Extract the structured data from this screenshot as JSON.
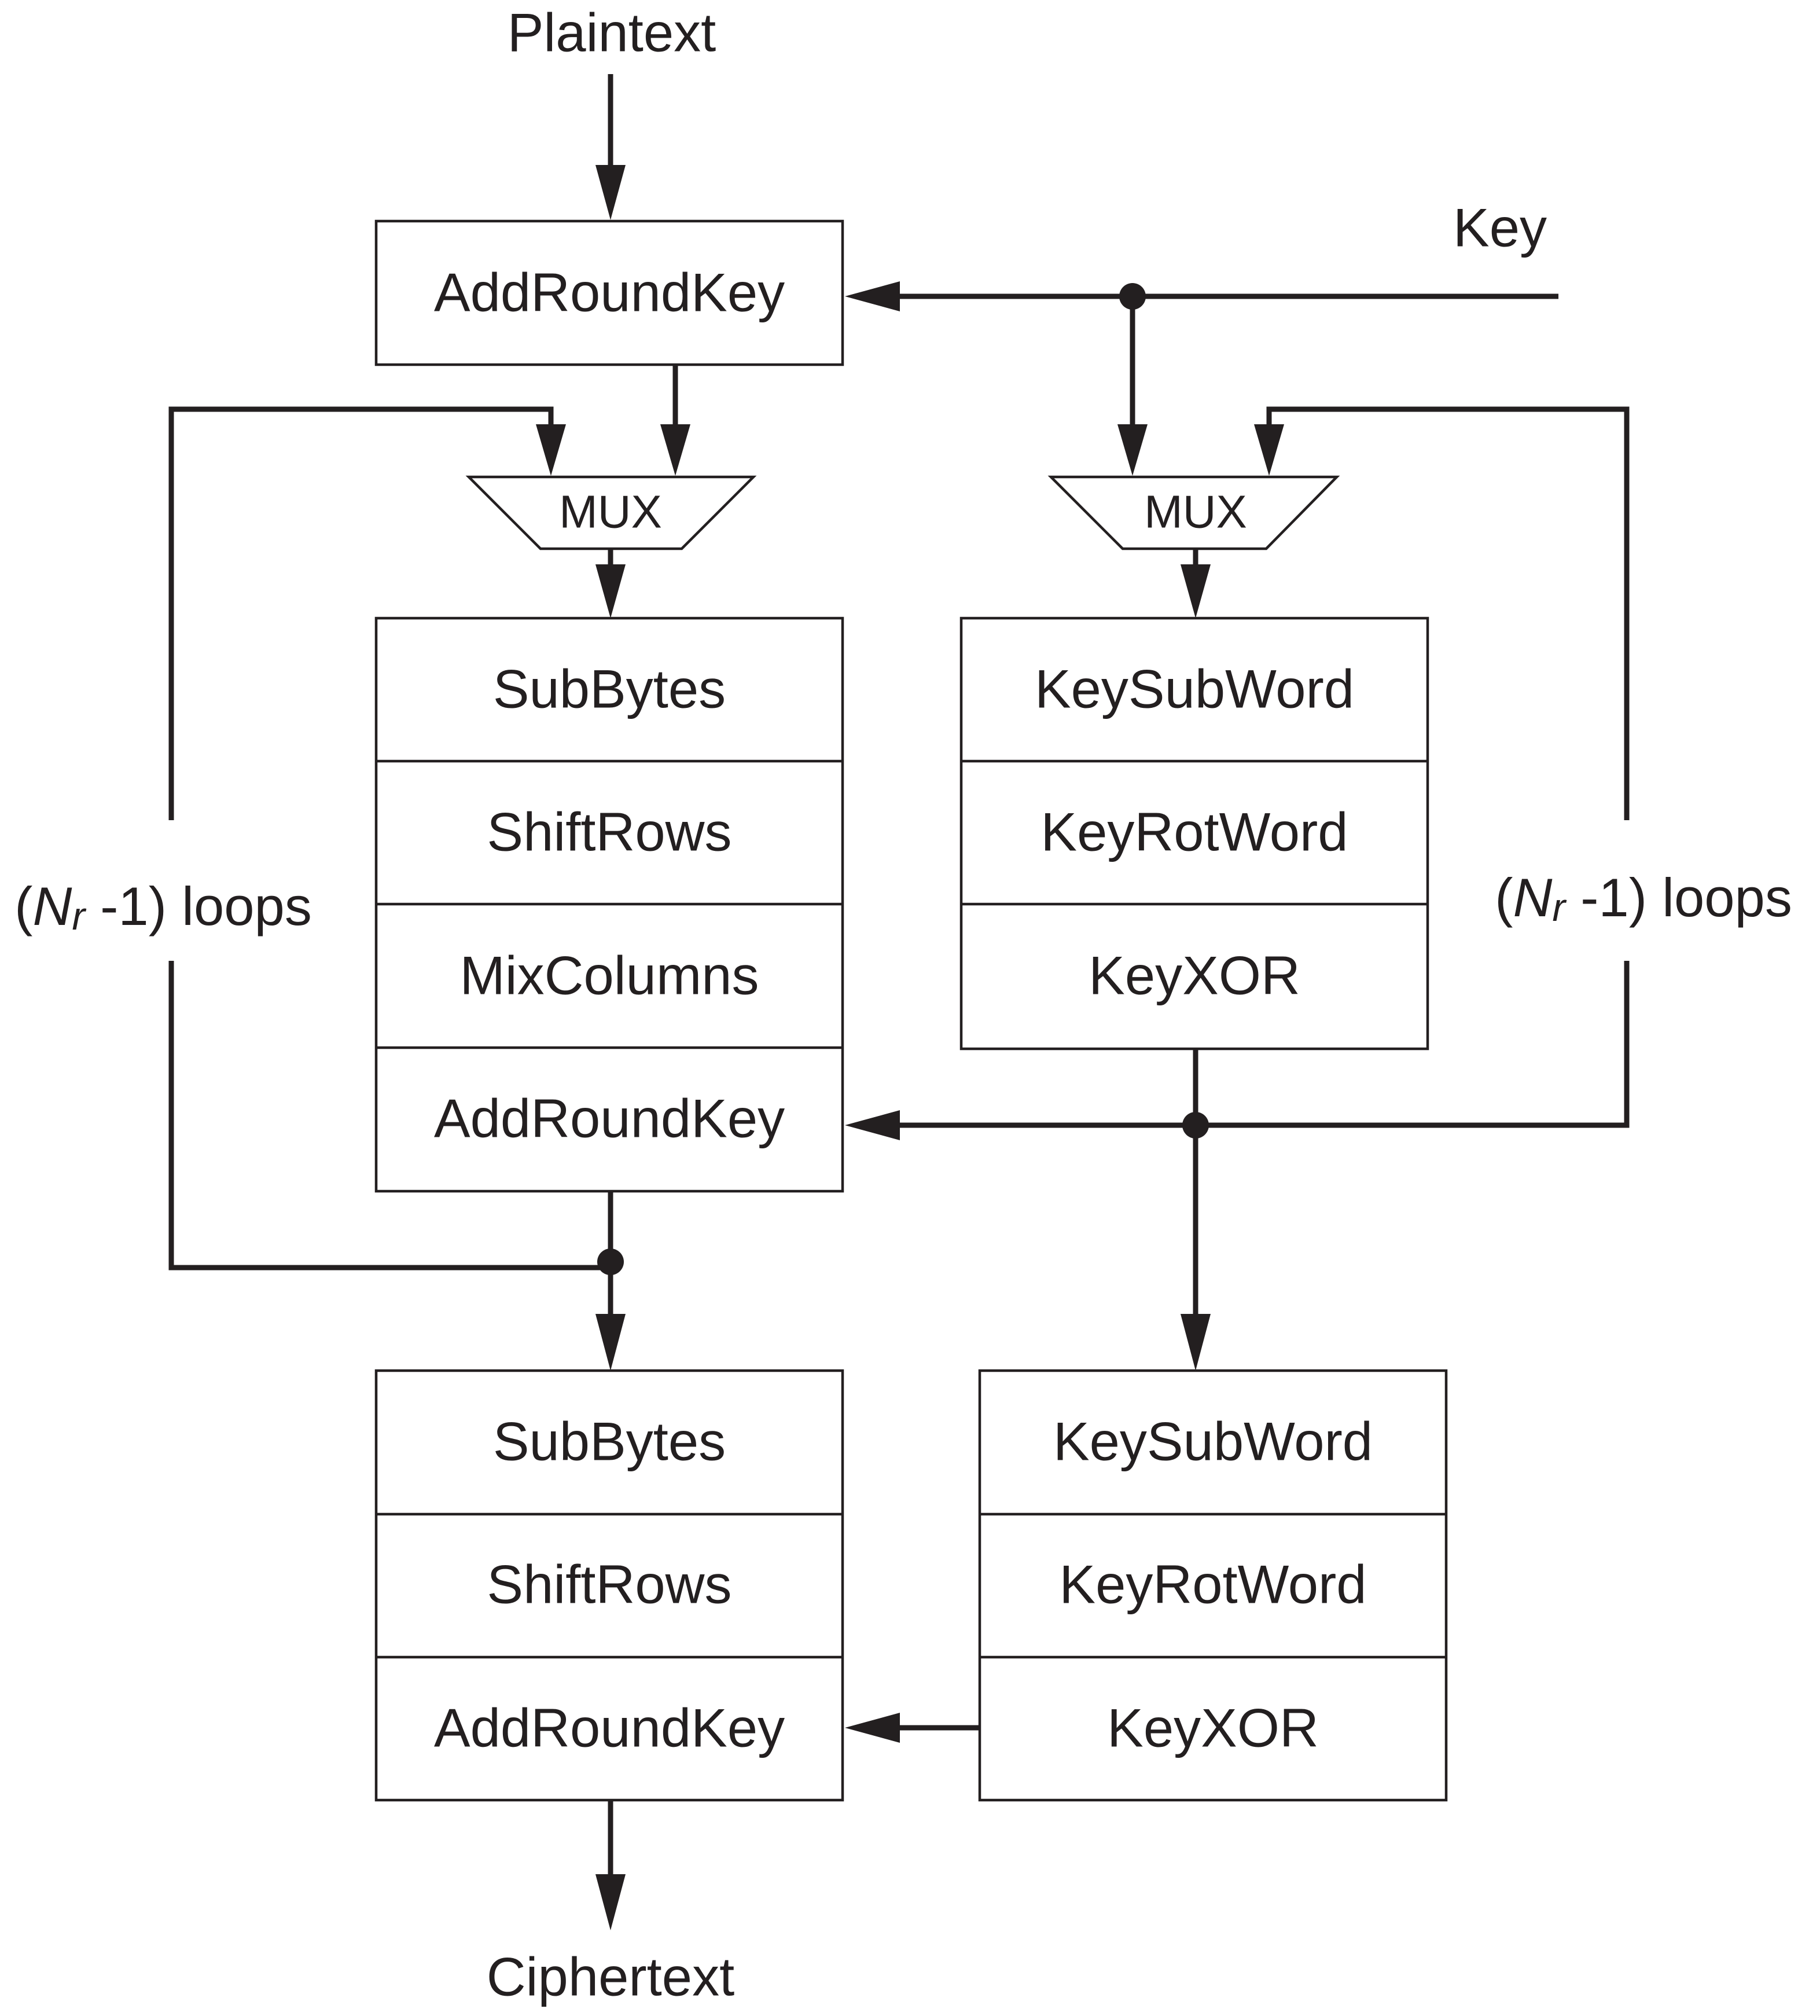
{
  "inputs": {
    "plaintext": "Plaintext",
    "key": "Key",
    "ciphertext": "Ciphertext"
  },
  "initial_round": {
    "add_round_key": "AddRoundKey"
  },
  "mux": {
    "left": "MUX",
    "right": "MUX"
  },
  "round_loop": {
    "sub_bytes": "SubBytes",
    "shift_rows": "ShiftRows",
    "mix_columns": "MixColumns",
    "add_round_key": "AddRoundKey"
  },
  "key_loop": {
    "key_sub_word": "KeySubWord",
    "key_rot_word": "KeyRotWord",
    "key_xor": "KeyXOR"
  },
  "final_round": {
    "sub_bytes": "SubBytes",
    "shift_rows": "ShiftRows",
    "add_round_key": "AddRoundKey"
  },
  "final_key": {
    "key_sub_word": "KeySubWord",
    "key_rot_word": "KeyRotWord",
    "key_xor": "KeyXOR"
  },
  "loops": {
    "left": {
      "open": "(",
      "var": "N",
      "sub": "r",
      "rest": " -1) loops"
    },
    "right": {
      "open": "(",
      "var": "N",
      "sub": "r",
      "rest": " -1) loops"
    }
  },
  "colors": {
    "ink": "#231f20",
    "background": "#ffffff"
  }
}
